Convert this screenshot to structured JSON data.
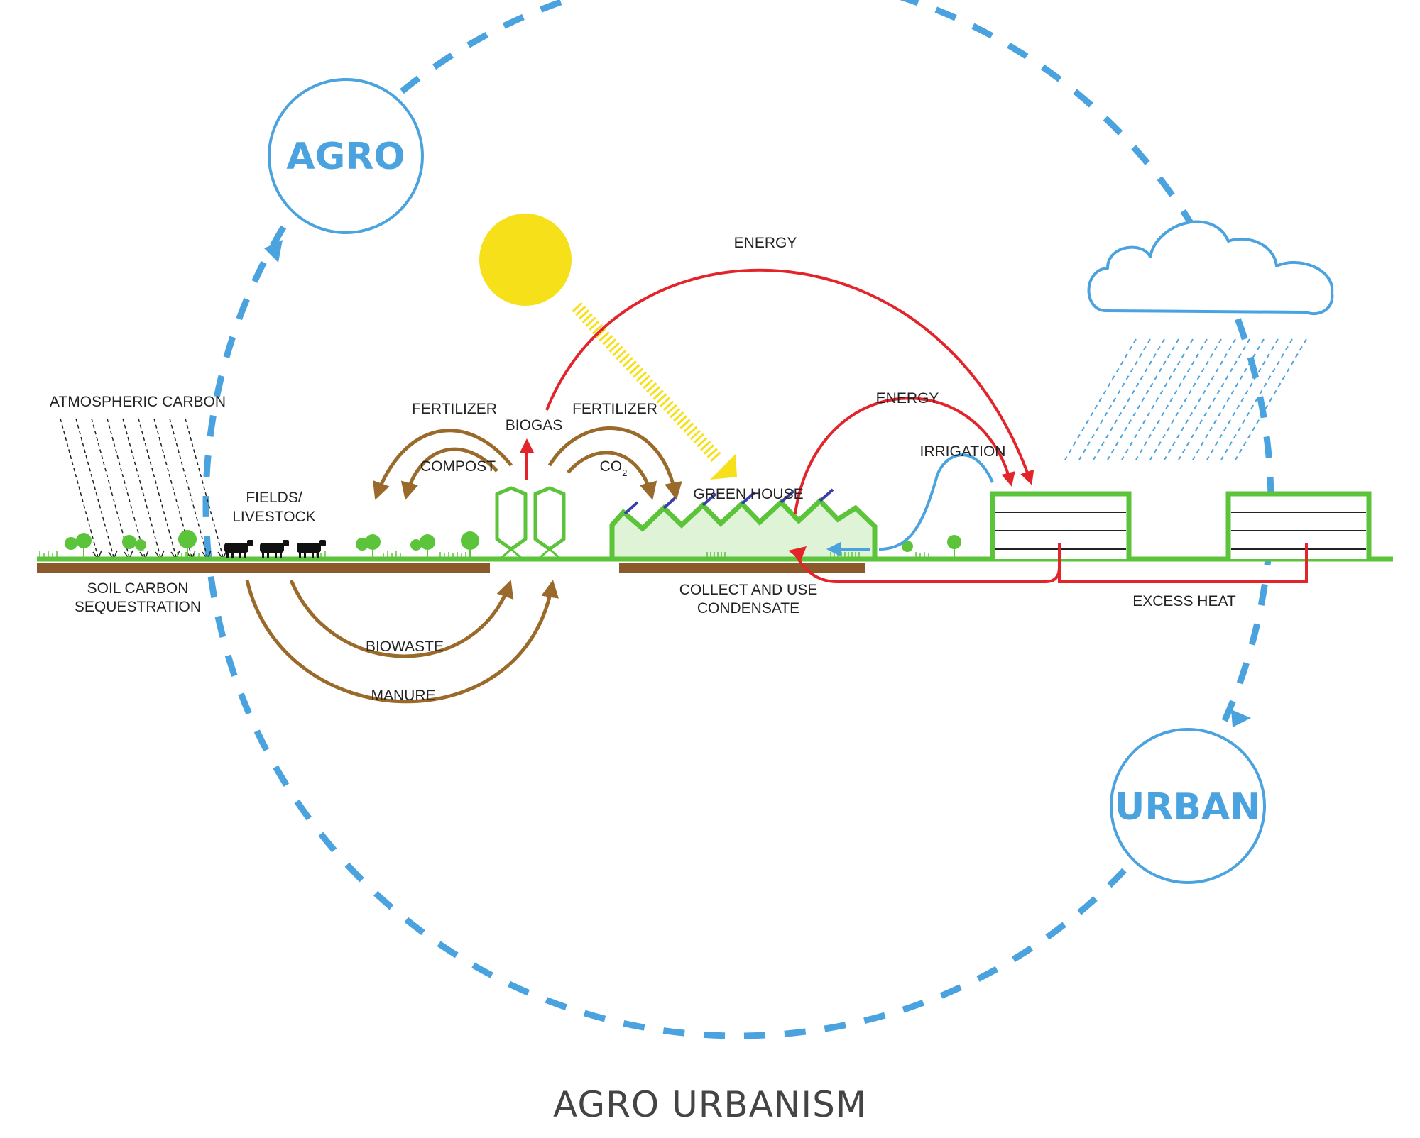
{
  "title": "AGRO URBANISM",
  "circles": {
    "agro": "AGRO",
    "urban": "URBAN"
  },
  "labels": {
    "atmospheric_carbon": "ATMOSPHERIC CARBON",
    "soil_carbon_line1": "SOIL CARBON",
    "soil_carbon_line2": "SEQUESTRATION",
    "fields_line1": "FIELDS/",
    "fields_line2": "LIVESTOCK",
    "fertilizer_left": "FERTILIZER",
    "compost": "COMPOST",
    "biogas": "BIOGAS",
    "fertilizer_right": "FERTILIZER",
    "co2": "CO",
    "co2_sub": "2",
    "energy_top": "ENERGY",
    "energy_mid": "ENERGY",
    "irrigation": "IRRIGATION",
    "green_house": "GREEN HOUSE",
    "condensate_line1": "COLLECT AND USE",
    "condensate_line2": "CONDENSATE",
    "excess_heat": "EXCESS HEAT",
    "biowaste": "BIOWASTE",
    "manure": "MANURE"
  },
  "icons": [
    "sun-icon",
    "cloud-icon",
    "rain-icon",
    "cow-icon",
    "tree-icon",
    "silo-icon",
    "solar-panel-icon",
    "building-icon"
  ],
  "colors": {
    "loop_blue": "#4aa3df",
    "energy_red": "#e3242b",
    "nutrient_brown": "#9a6a2a",
    "ground_green": "#5cc43a",
    "soil_brown": "#8b5a2b",
    "sun_yellow": "#f6e01a",
    "greenhouse_fill": "#dff3d6"
  }
}
